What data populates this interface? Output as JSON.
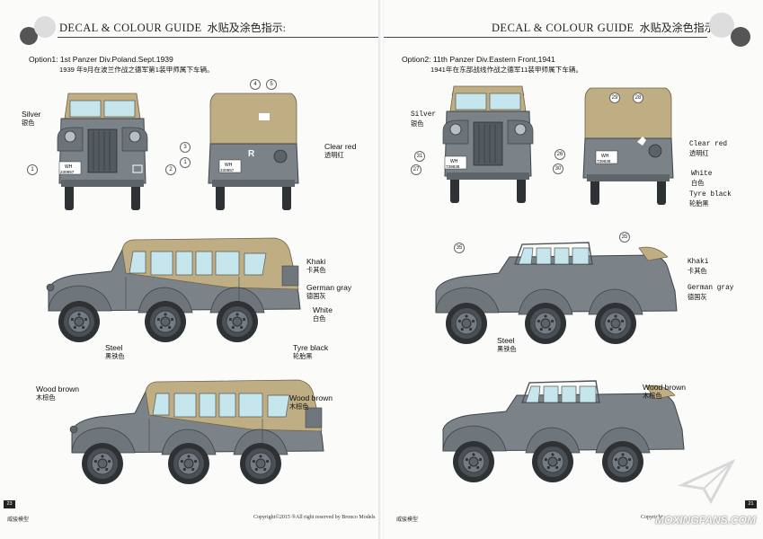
{
  "header": {
    "title": "DECAL & COLOUR GUIDE",
    "title_cn": "水贴及涂色指示:"
  },
  "left": {
    "option_title": "Option1: 1st Panzer Div.Poland.Sept.1939",
    "option_cn": "1939 年9月在波兰作战之德军第1装甲师属下车辆。",
    "labels": {
      "silver": "Silver",
      "silver_cn": "银色",
      "clear_red": "Clear red",
      "clear_red_cn": "透明红",
      "khaki": "Khaki",
      "khaki_cn": "卡其色",
      "german_gray": "German gray",
      "german_gray_cn": "德国灰",
      "white": "White",
      "white_cn": "白色",
      "steel": "Steel",
      "steel_cn": "黑铁色",
      "tyre_black": "Tyre black",
      "tyre_black_cn": "轮胎黑",
      "wood_brown_a": "Wood brown",
      "wood_brown_a_cn": "木棕色",
      "wood_brown_b": "Wood brown",
      "wood_brown_b_cn": "木棕色"
    },
    "callouts": [
      "1",
      "2",
      "3",
      "1",
      "4",
      "5"
    ],
    "plates": [
      "WH",
      "230957",
      "WH",
      "230957",
      "R"
    ],
    "page_number": "23",
    "footer_left": "威骏模型",
    "footer_right": "Copyright©2015  ®All right reserved by Bronco Models"
  },
  "right": {
    "option_title": "Option2: 11th Panzer Div.Eastern Front,1941",
    "option_cn": "1941年在东部战线作战之德军11装甲师属下车辆。",
    "labels": {
      "silver": "Silver",
      "silver_cn": "银色",
      "clear_red": "Clear red",
      "clear_red_cn": "透明红",
      "white": "White",
      "white_cn": "白色",
      "tyre_black": "Tyre black",
      "tyre_black_cn": "轮胎黑",
      "khaki": "Khaki",
      "khaki_cn": "卡其色",
      "german_gray": "German gray",
      "german_gray_cn": "德国灰",
      "steel": "Steel",
      "steel_cn": "黑铁色",
      "wood_brown": "Wood brown",
      "wood_brown_cn": "木棕色"
    },
    "callouts": [
      "31",
      "27",
      "29",
      "28",
      "26",
      "30",
      "35",
      "35"
    ],
    "plates": [
      "WH",
      "739838",
      "WH",
      "739838"
    ],
    "page_number": "21",
    "footer_left": "威骏模型",
    "footer_right": "Copyright"
  },
  "watermark": "MOXINGFANS.COM",
  "colors": {
    "khaki": "#bfae84",
    "german_gray": "#7a8289",
    "glass": "#c5e6ec",
    "tyre": "#2f3235"
  }
}
